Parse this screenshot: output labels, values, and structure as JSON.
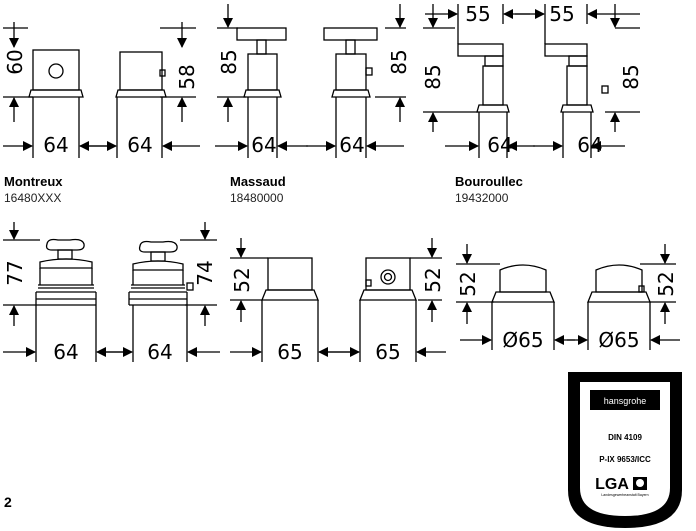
{
  "dims": {
    "h60": "60",
    "h58": "58",
    "w64": "64",
    "h85": "85",
    "w55": "55",
    "h77": "77",
    "h74": "74",
    "h52": "52",
    "w65": "65",
    "d65": "Ø65"
  },
  "models": [
    {
      "name": "Montreux",
      "code": "16480XXX"
    },
    {
      "name": "Massaud",
      "code": "18480000"
    },
    {
      "name": "Bouroullec",
      "code": "19432000"
    }
  ],
  "page_number": "2",
  "certificate": {
    "brand": "hansgrohe",
    "din": "DIN 4109",
    "pix": "P-IX 9653/ICC",
    "lga": "LGA",
    "lga_sub": "Landesgewerbeanstalt Bayern"
  }
}
